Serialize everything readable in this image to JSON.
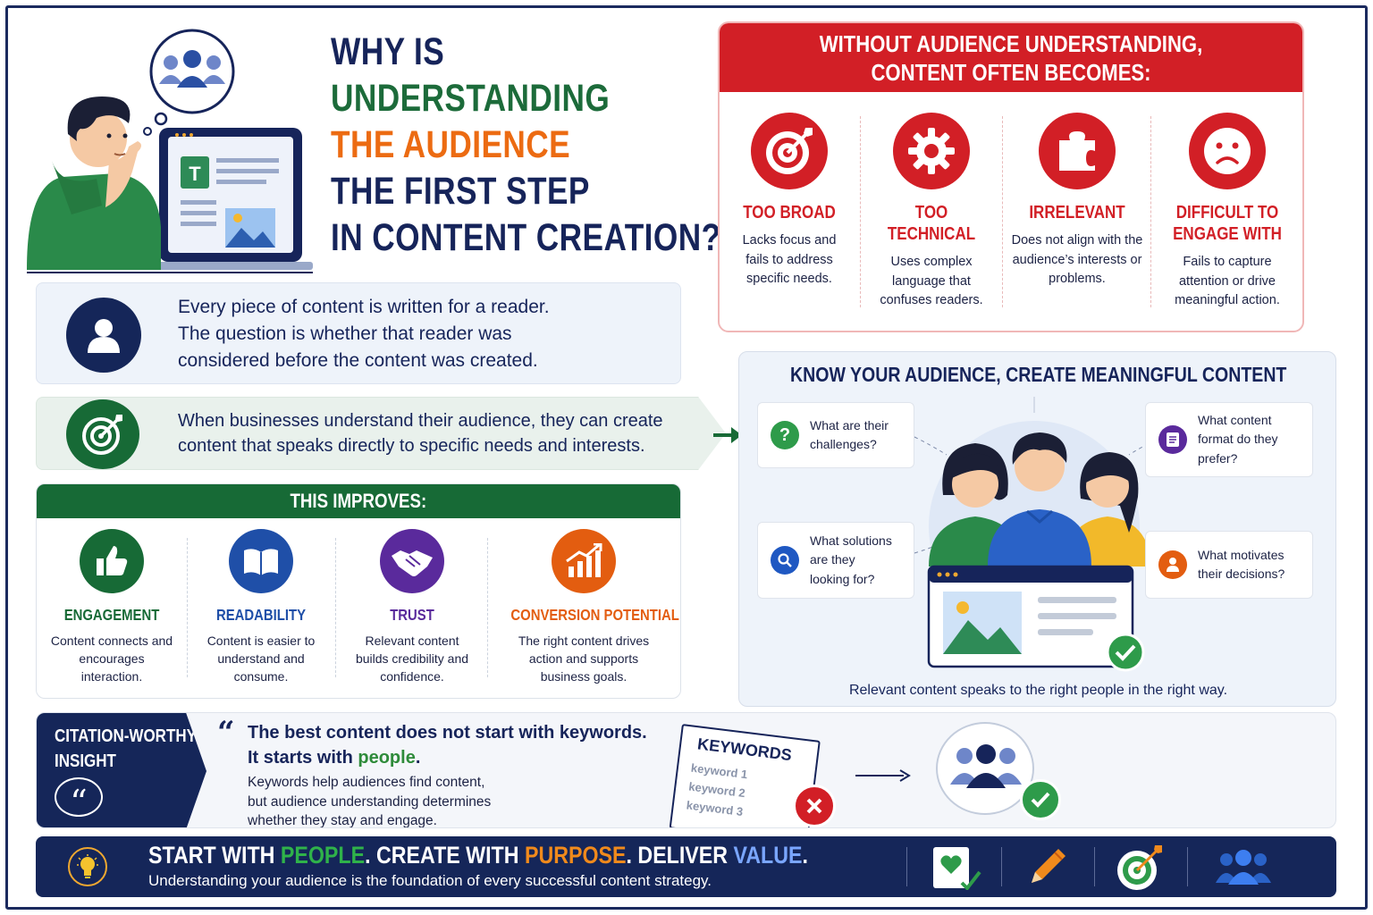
{
  "headline": {
    "line1": "WHY IS",
    "line2": "UNDERSTANDING",
    "line3": "THE AUDIENCE",
    "line4": "THE FIRST STEP",
    "line5": "IN CONTENT CREATION?"
  },
  "hero": {
    "laptop_letter": "T"
  },
  "without": {
    "title_line1": "WITHOUT AUDIENCE UNDERSTANDING,",
    "title_line2": "CONTENT OFTEN BECOMES:",
    "items": [
      {
        "icon": "target-icon",
        "title": "TOO BROAD",
        "text": "Lacks focus and fails to address specific needs."
      },
      {
        "icon": "gear-icon",
        "title": "TOO TECHNICAL",
        "text": "Uses complex language that confuses readers."
      },
      {
        "icon": "puzzle-icon",
        "title": "IRRELEVANT",
        "text": "Does not align with the audience’s interests or problems."
      },
      {
        "icon": "sad-face-icon",
        "title_line1": "DIFFICULT TO",
        "title_line2": "ENGAGE WITH",
        "text": "Fails to capture attention or drive meaningful action."
      }
    ]
  },
  "reader_box": {
    "line1": "Every piece of content is written for a reader.",
    "line2": "The question is whether that reader was",
    "line3": "considered before the content was created."
  },
  "business_box": {
    "line1": "When businesses understand their audience, they can create",
    "line2": "content that speaks directly to specific needs and interests."
  },
  "improves": {
    "title": "THIS IMPROVES:",
    "items": [
      {
        "icon": "thumbs-up-icon",
        "title": "ENGAGEMENT",
        "text": "Content connects and encourages interaction.",
        "color": "#176a36"
      },
      {
        "icon": "book-icon",
        "title": "READABILITY",
        "text": "Content is easier to understand and consume.",
        "color": "#1f4fa8"
      },
      {
        "icon": "handshake-icon",
        "title": "TRUST",
        "text": "Relevant content builds credibility and confidence.",
        "color": "#5a2a9c"
      },
      {
        "icon": "growth-chart-icon",
        "title": "CONVERSION POTENTIAL",
        "text": "The right content drives action and supports business goals.",
        "color": "#e35d10"
      }
    ]
  },
  "know": {
    "title": "KNOW YOUR AUDIENCE, CREATE MEANINGFUL CONTENT",
    "questions": [
      {
        "icon": "question-icon",
        "line1": "What are their",
        "line2": "challenges?"
      },
      {
        "icon": "document-icon",
        "line1": "What content",
        "line2": "format do they",
        "line3": "prefer?"
      },
      {
        "icon": "search-icon",
        "line1": "What solutions",
        "line2": "are they",
        "line3": "looking for?"
      },
      {
        "icon": "person-icon",
        "line1": "What motivates",
        "line2": "their decisions?"
      }
    ],
    "caption": "Relevant content speaks to the right people in the right way."
  },
  "insight": {
    "label_line1": "CITATION-WORTHY",
    "label_line2": "INSIGHT",
    "quote_line1": "The best content does not start with keywords.",
    "quote_line2_prefix": "It starts with ",
    "quote_highlight": "people",
    "quote_line2_suffix": ".",
    "sub_line1": "Keywords help audiences find content,",
    "sub_line2": "but audience understanding determines",
    "sub_line3": "whether they stay and engage.",
    "keywords_title": "KEYWORDS",
    "keywords": [
      "keyword 1",
      "keyword 2",
      "keyword 3"
    ]
  },
  "footer": {
    "part1": "START WITH ",
    "people": "PEOPLE",
    "part2": ". CREATE WITH ",
    "purpose": "PURPOSE",
    "part3": ". DELIVER ",
    "value": "VALUE",
    "part4": ".",
    "subtitle": "Understanding your audience is the foundation of every successful content strategy."
  },
  "colors": {
    "navy": "#16245a",
    "green": "#176a36",
    "orange": "#ec6b12",
    "red": "#d21f26",
    "light_blue": "#7aa6ff"
  }
}
